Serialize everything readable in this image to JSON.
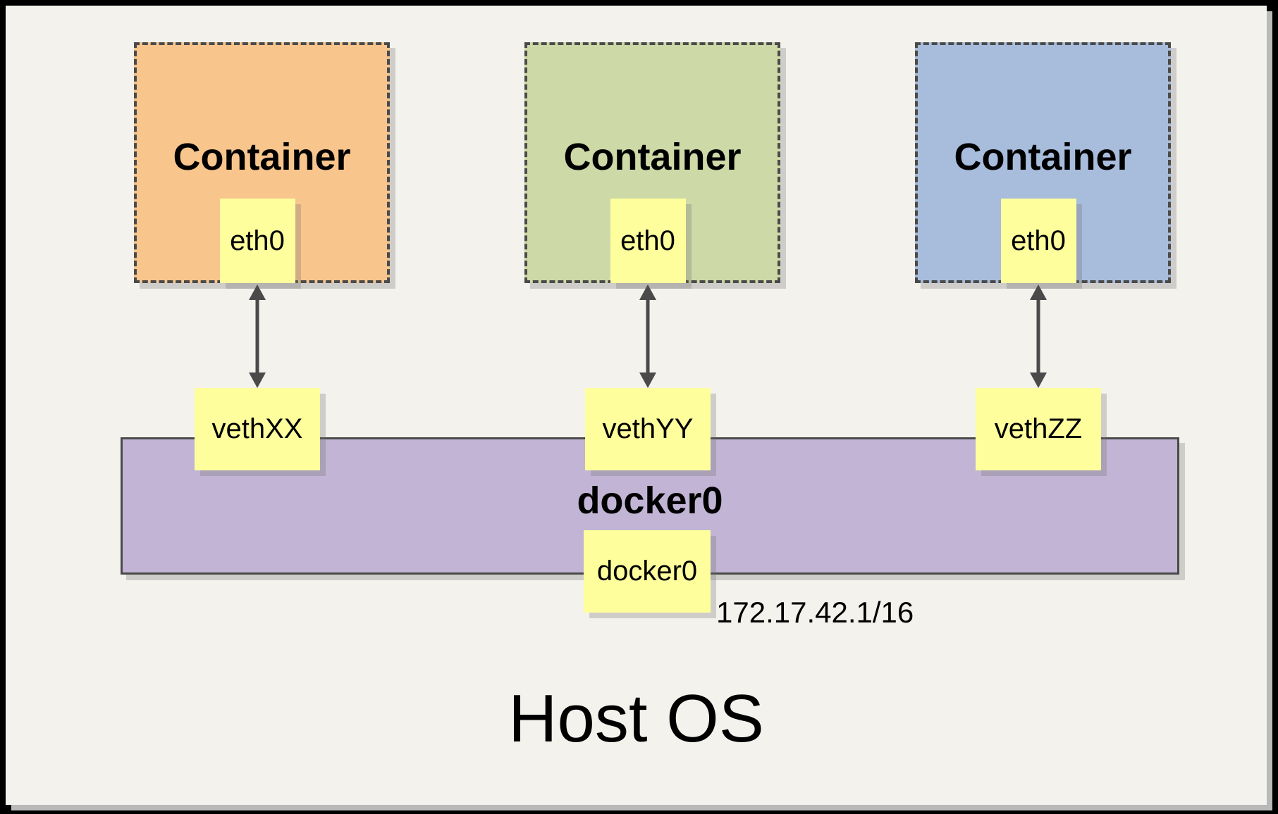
{
  "diagram": {
    "containers": [
      {
        "label": "Container",
        "interface": "eth0",
        "veth": "vethXX",
        "fill": "#f8c58d"
      },
      {
        "label": "Container",
        "interface": "eth0",
        "veth": "vethYY",
        "fill": "#cdd9a7"
      },
      {
        "label": "Container",
        "interface": "eth0",
        "veth": "vethZZ",
        "fill": "#a8bcdc"
      }
    ],
    "bridge": {
      "name": "docker0",
      "interface": "docker0",
      "ip": "172.17.42.1/16",
      "fill": "#c1b4d4"
    },
    "host": {
      "label": "Host OS"
    },
    "colors": {
      "note_fill": "#feff9c",
      "canvas": "#f4f2ec",
      "frame": "#000000",
      "line": "#4a4a4a",
      "shadow": "#c6c4be"
    }
  }
}
